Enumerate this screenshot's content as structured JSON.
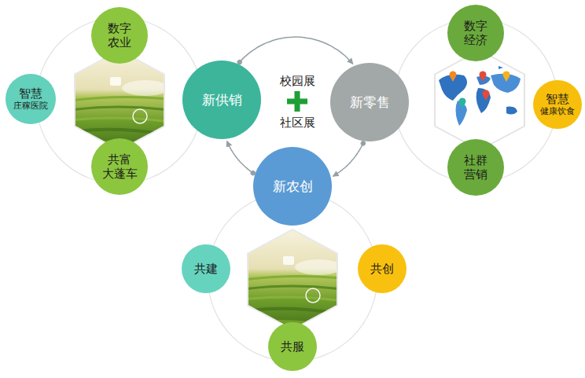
{
  "diagram": {
    "nodes": [
      {
        "text": [
          "新供销"
        ]
      },
      {
        "text": [
          "数字 农业"
        ]
      },
      {
        "text": [
          "智慧",
          "庄稼医院"
        ]
      },
      {
        "text": [
          "共富 大蓬车"
        ]
      },
      {
        "text": [
          "新零售"
        ]
      },
      {
        "text": [
          "数字 经济"
        ]
      },
      {
        "text": [
          "智慧",
          "健康饮食"
        ]
      },
      {
        "text": [
          "社群 营销"
        ]
      },
      {
        "text": [
          "新农创"
        ]
      },
      {
        "text": [
          "共建"
        ]
      },
      {
        "text": [
          "共创"
        ]
      },
      {
        "text": [
          "共服"
        ]
      }
    ],
    "edges": [
      {
        "from": 0,
        "to": 4,
        "arrow": "to"
      },
      {
        "from": 4,
        "to": 8,
        "arrow": "to"
      },
      {
        "from": 8,
        "to": 0,
        "arrow": "to"
      }
    ],
    "labels": [
      "校园展",
      "社区展"
    ]
  }
}
